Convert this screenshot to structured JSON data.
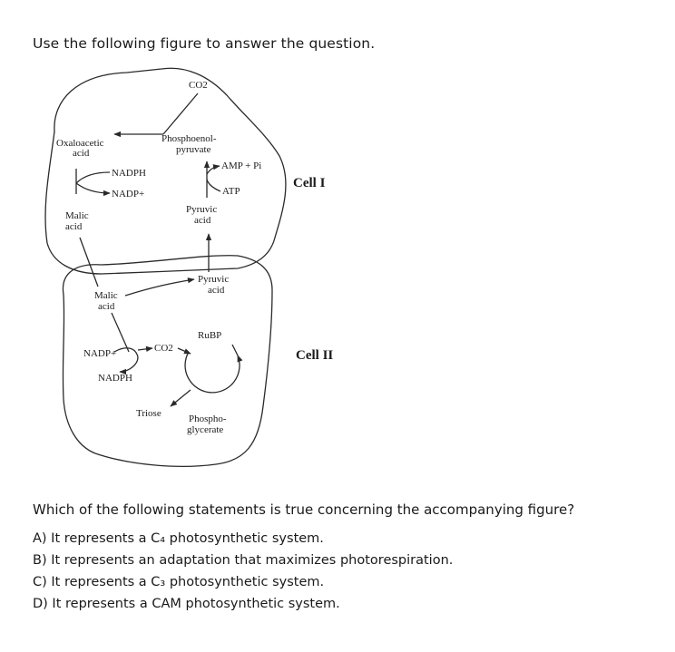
{
  "prompt": "Use the following figure to answer the question.",
  "diagram": {
    "cell1_label": "Cell I",
    "cell2_label": "Cell II",
    "co2_top": "CO2",
    "oxaloacetic_1": "Oxaloacetic",
    "oxaloacetic_2": "acid",
    "phosphoenol_1": "Phosphoenol-",
    "phosphoenol_2": "pyruvate",
    "nadph_top": "NADPH",
    "nadp_top": "NADP+",
    "amp_pi": "AMP + Pi",
    "atp": "ATP",
    "malic1_1": "Malic",
    "malic1_2": "acid",
    "pyruvic1_1": "Pyruvic",
    "pyruvic1_2": "acid",
    "pyruvic2_1": "Pyruvic",
    "pyruvic2_2": "acid",
    "malic2_1": "Malic",
    "malic2_2": "acid",
    "nadp_bottom": "NADP+",
    "co2_bottom": "CO2",
    "nadph_bottom": "NADPH",
    "rubp": "RuBP",
    "triose": "Triose",
    "phospho_1": "Phospho-",
    "phospho_2": "glycerate"
  },
  "question": "Which of the following statements is true concerning the accompanying figure?",
  "options": [
    "A) It represents a C₄ photosynthetic system.",
    "B) It represents an adaptation that maximizes photorespiration.",
    "C) It represents a C₃ photosynthetic system.",
    "D) It represents a CAM photosynthetic system."
  ]
}
